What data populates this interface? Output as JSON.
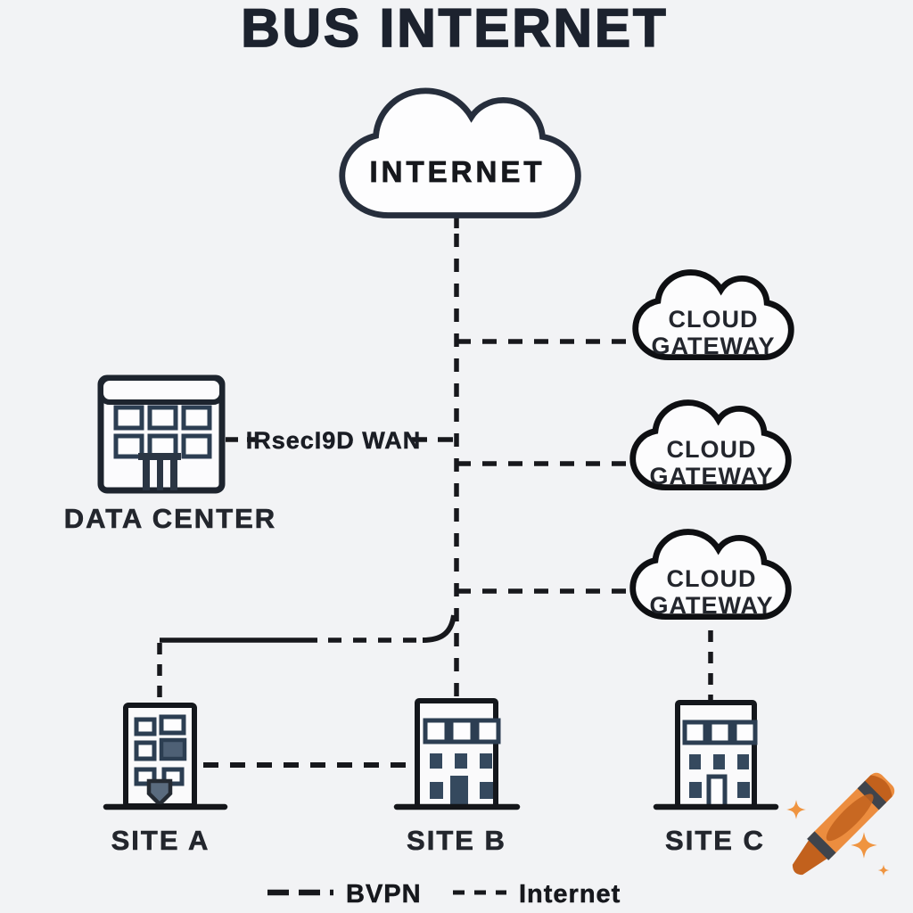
{
  "title": "BUS INTERNET",
  "colors": {
    "background": "#f2f3f5",
    "line": "#17181c",
    "internet_cloud_stroke": "#262e3c",
    "gateway_cloud_stroke": "#0e0f12",
    "gateway_text": "#5b6574",
    "building_stroke": "#1d242e",
    "window_fill": "#35495e",
    "label_text": "#23262d",
    "crayon_orange": "#ec8d3f",
    "crayon_dark": "#c2611d",
    "crayon_band": "#3f444c",
    "sparkle": "#ef9440"
  },
  "nodes": {
    "internet": {
      "label": "INTERNET"
    },
    "gateway1": {
      "line1": "CLOUD",
      "line2": "GATEWAY"
    },
    "gateway2": {
      "line1": "CLOUD",
      "line2": "GATEWAY"
    },
    "gateway3": {
      "line1": "CLOUD",
      "line2": "GATEWAY"
    },
    "data_center": {
      "label": "DATA CENTER"
    },
    "site_a": {
      "label": "SITE A"
    },
    "site_b": {
      "label": "SITE B"
    },
    "site_c": {
      "label": "SITE C"
    }
  },
  "edges": {
    "wan_label": "IRsecI9D WAN"
  },
  "legend": {
    "bvpn": "BVPN",
    "internet": "Internet"
  }
}
